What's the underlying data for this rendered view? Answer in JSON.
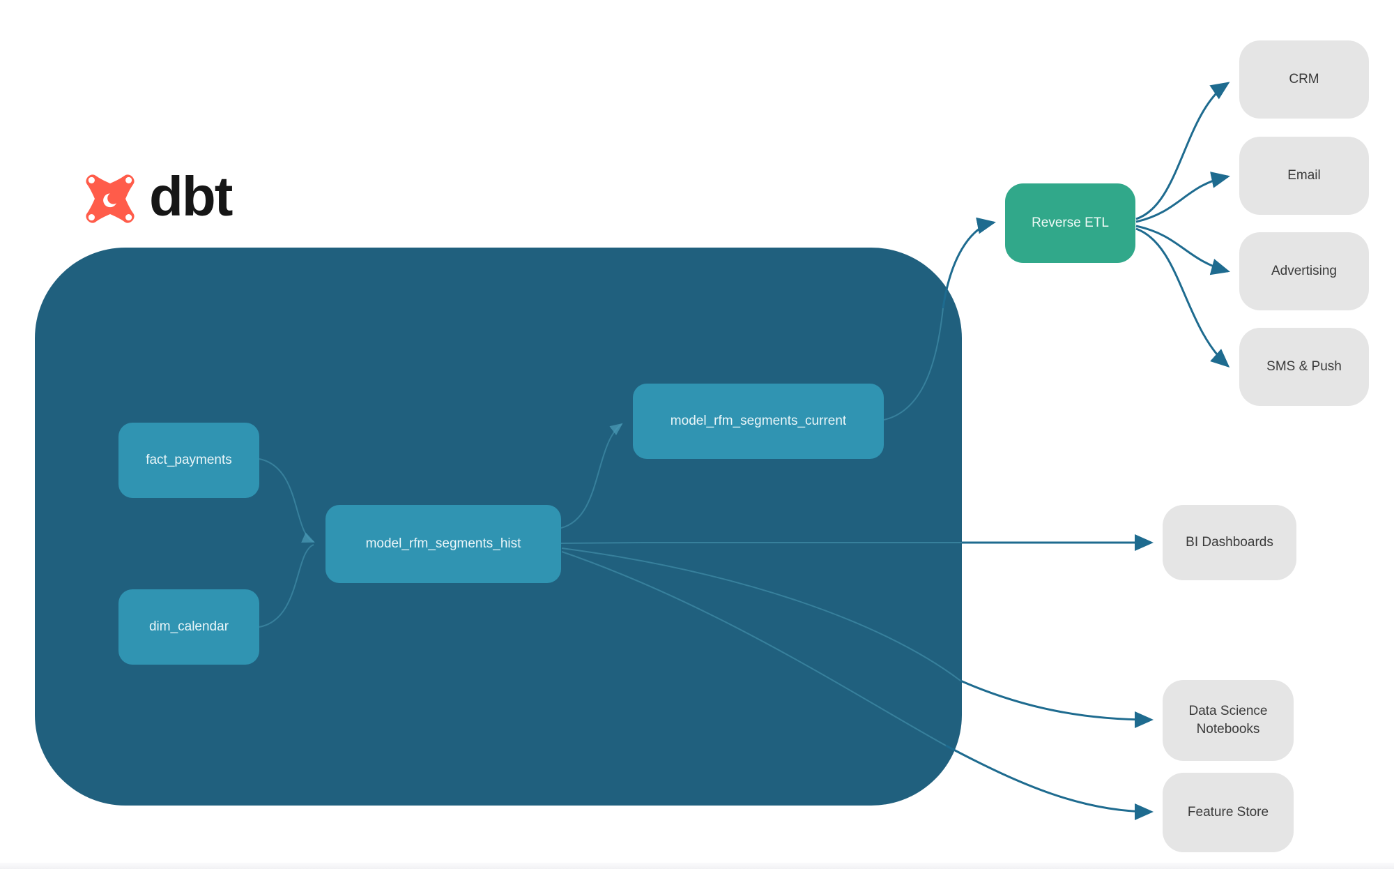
{
  "logo": {
    "text": "dbt",
    "icon": "dbt-flame-icon"
  },
  "warehouse": {
    "sources": [
      {
        "id": "fact_payments",
        "label": "fact_payments"
      },
      {
        "id": "dim_calendar",
        "label": "dim_calendar"
      }
    ],
    "models": [
      {
        "id": "model_rfm_segments_hist",
        "label": "model_rfm_segments_hist"
      },
      {
        "id": "model_rfm_segments_current",
        "label": "model_rfm_segments_current"
      }
    ]
  },
  "reverse_etl": {
    "label": "Reverse ETL"
  },
  "activation_destinations": [
    {
      "id": "crm",
      "label": "CRM"
    },
    {
      "id": "email",
      "label": "Email"
    },
    {
      "id": "advertising",
      "label": "Advertising"
    },
    {
      "id": "sms_push",
      "label": "SMS & Push"
    }
  ],
  "analytics_destinations": [
    {
      "id": "bi_dashboards",
      "label": "BI Dashboards"
    },
    {
      "id": "data_science_notebooks",
      "label": "Data Science Notebooks"
    },
    {
      "id": "feature_store",
      "label": "Feature Store"
    }
  ],
  "edges": [
    {
      "from": "fact_payments",
      "to": "model_rfm_segments_hist"
    },
    {
      "from": "dim_calendar",
      "to": "model_rfm_segments_hist"
    },
    {
      "from": "model_rfm_segments_hist",
      "to": "model_rfm_segments_current"
    },
    {
      "from": "model_rfm_segments_current",
      "to": "reverse_etl"
    },
    {
      "from": "reverse_etl",
      "to": "crm"
    },
    {
      "from": "reverse_etl",
      "to": "email"
    },
    {
      "from": "reverse_etl",
      "to": "advertising"
    },
    {
      "from": "reverse_etl",
      "to": "sms_push"
    },
    {
      "from": "model_rfm_segments_hist",
      "to": "bi_dashboards"
    },
    {
      "from": "model_rfm_segments_hist",
      "to": "data_science_notebooks"
    },
    {
      "from": "model_rfm_segments_hist",
      "to": "feature_store"
    }
  ],
  "colors": {
    "container": "#20607E",
    "model_box": "#3094B2",
    "reverse_etl_box": "#31A88A",
    "destination_box": "#E5E5E5",
    "arrow_dark": "#1E6B8F",
    "arrow_inner_light": "#4A9AB5",
    "logo_orange": "#FF5C4A",
    "text_on_teal": "#FFFFFF",
    "text_on_gray": "#3A3A3A"
  }
}
